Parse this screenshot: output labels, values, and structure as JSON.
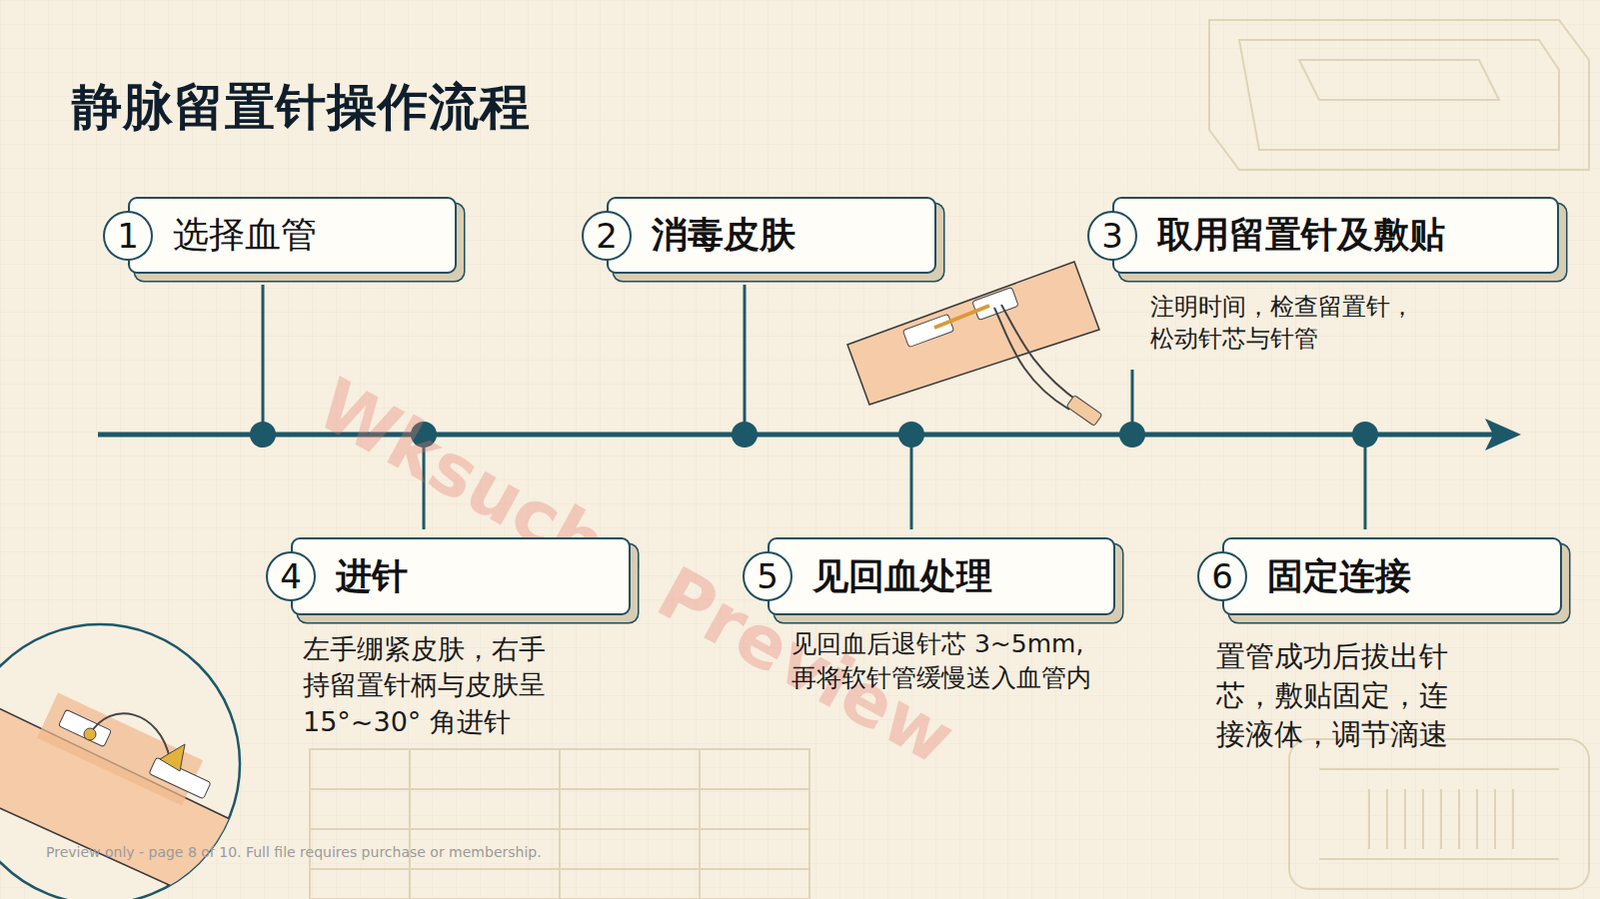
{
  "diagram": {
    "title": "静脉留置针操作流程",
    "nodes": [
      {
        "text": [
          "选择血管"
        ]
      },
      {
        "text": [
          "1"
        ],
        "in": 0
      },
      {
        "text": [
          "消毒皮肤"
        ]
      },
      {
        "text": [
          "2"
        ],
        "in": 2
      },
      {
        "text": [
          "取用留置针及敷贴",
          "注明时间，检查留置针， 松动针芯与针管"
        ]
      },
      {
        "text": [
          "3"
        ],
        "in": 4
      },
      {
        "text": [
          "进针",
          "左手绷紧皮肤，右手 持留置针柄与皮肤呈 15°~30° 角进针"
        ]
      },
      {
        "text": [
          "4"
        ],
        "in": 6
      },
      {
        "text": [
          "见回血处理",
          "见回血后退针芯 3~5mm, 再将软针管缓慢送入血管内"
        ]
      },
      {
        "text": [
          "5"
        ],
        "in": 8
      },
      {
        "text": [
          "固定连接",
          "置管成功后拔出针 芯，敷贴固定，连 接液体，调节滴速"
        ]
      },
      {
        "text": [
          "6"
        ],
        "in": 10
      }
    ],
    "labels": [
      "Wksucha Preview",
      "Preview only - page 8 of 10. Full file requires purchase or membership."
    ]
  }
}
